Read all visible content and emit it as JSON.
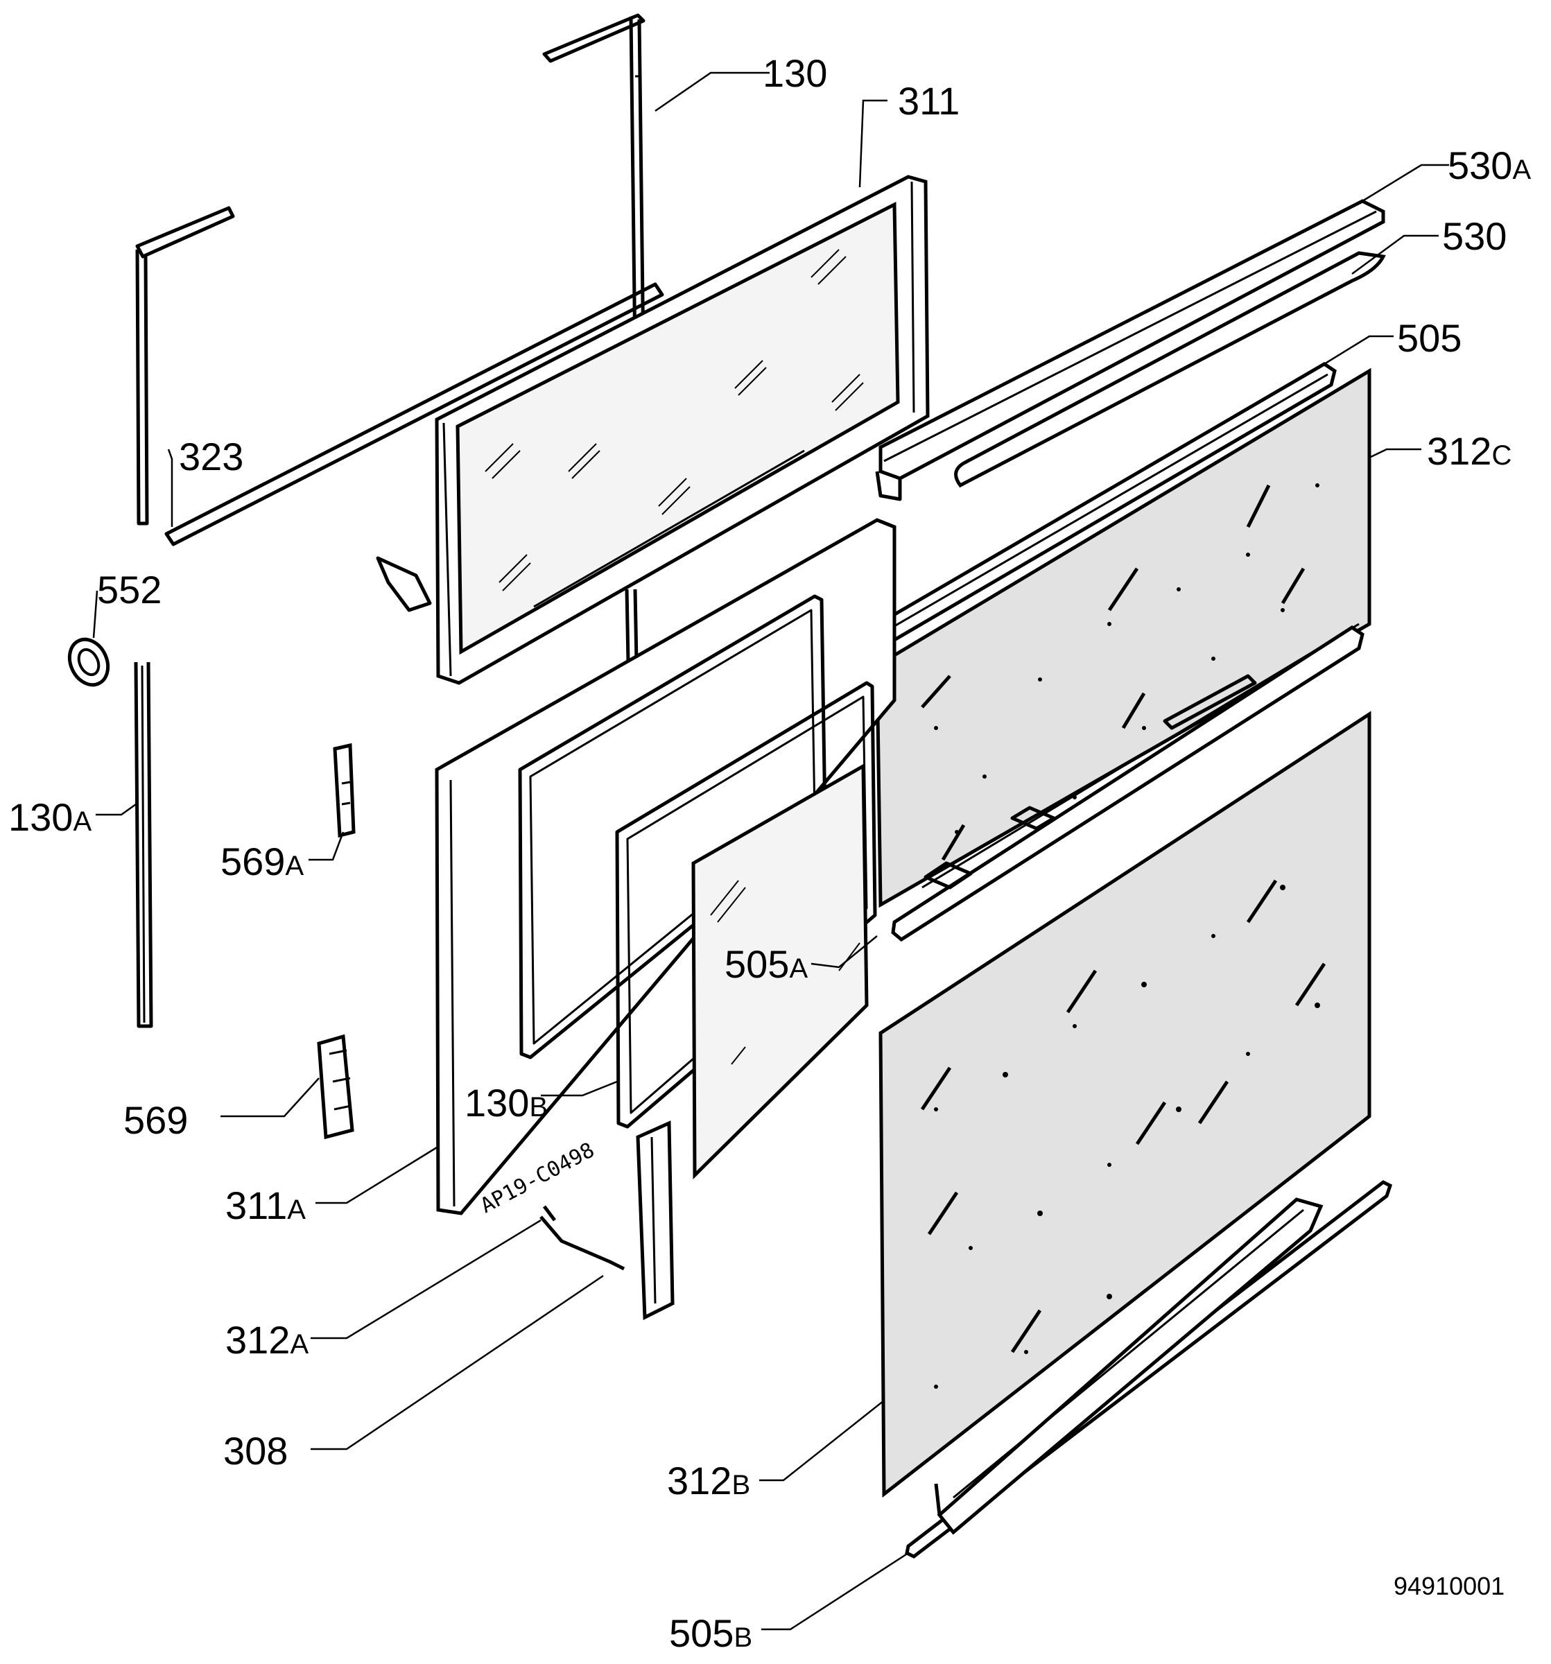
{
  "diagram": {
    "type": "exploded-parts-drawing",
    "drawing_number": "94910001",
    "handwritten_note": "AP19-C0498",
    "labels": {
      "p130": {
        "num": "130",
        "suffix": ""
      },
      "p311": {
        "num": "311",
        "suffix": ""
      },
      "p530A": {
        "num": "530",
        "suffix": "A"
      },
      "p530": {
        "num": "530",
        "suffix": ""
      },
      "p505": {
        "num": "505",
        "suffix": ""
      },
      "p312C": {
        "num": "312",
        "suffix": "C"
      },
      "p323": {
        "num": "323",
        "suffix": ""
      },
      "p552": {
        "num": "552",
        "suffix": ""
      },
      "p130A": {
        "num": "130",
        "suffix": "A"
      },
      "p569A": {
        "num": "569",
        "suffix": "A"
      },
      "p505A": {
        "num": "505",
        "suffix": "A"
      },
      "p569": {
        "num": "569",
        "suffix": ""
      },
      "p130B": {
        "num": "130",
        "suffix": "B"
      },
      "p311A": {
        "num": "311",
        "suffix": "A"
      },
      "p312A": {
        "num": "312",
        "suffix": "A"
      },
      "p308": {
        "num": "308",
        "suffix": ""
      },
      "p312B": {
        "num": "312",
        "suffix": "B"
      },
      "p505B": {
        "num": "505",
        "suffix": "B"
      }
    }
  }
}
